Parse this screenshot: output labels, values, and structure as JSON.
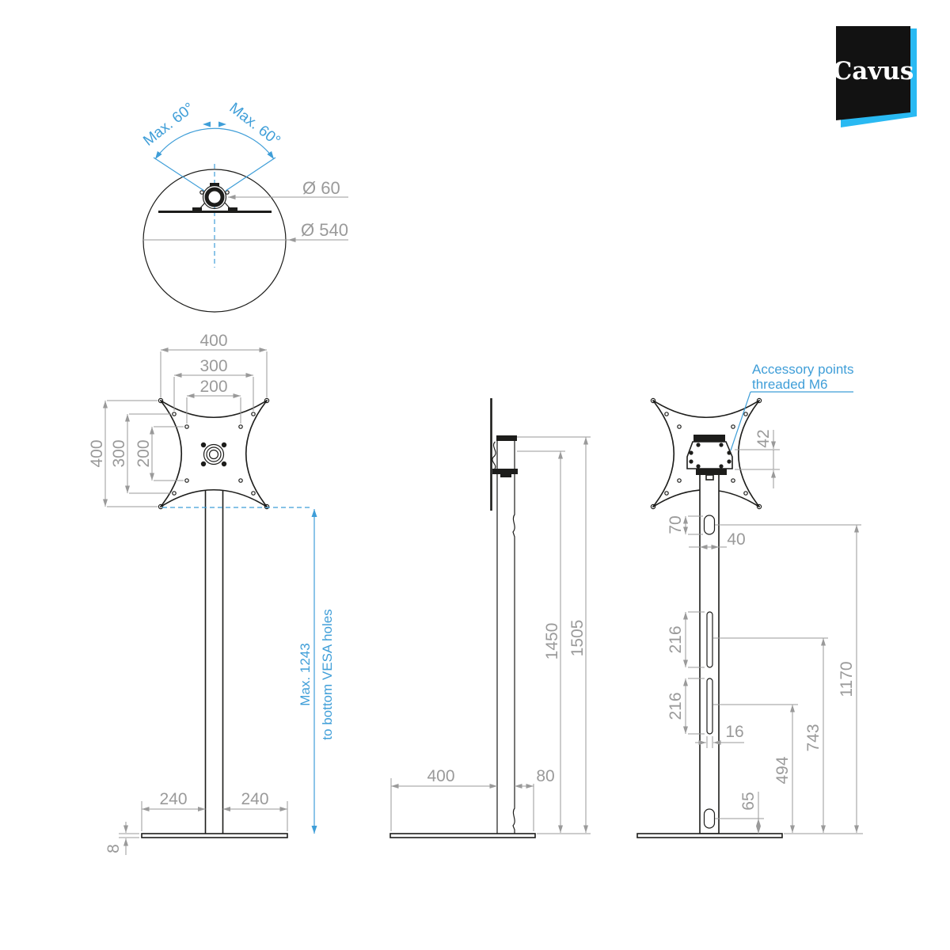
{
  "brand": {
    "name": "Cavus"
  },
  "colors": {
    "line": "#1d1d1b",
    "dim_gray": "#9a9a9a",
    "dim_blue": "#3f9ed8",
    "logo_blue": "#29b9f2"
  },
  "top_view": {
    "angle_left": "Max. 60°",
    "angle_right": "Max. 60°",
    "dia_tube": "Ø 60",
    "dia_base": "Ø 540"
  },
  "front_view": {
    "vesa_width_outer": "400",
    "vesa_width_mid": "300",
    "vesa_width_inner": "200",
    "vesa_height_outer": "400",
    "vesa_height_mid": "300",
    "vesa_height_inner": "200",
    "base_left": "240",
    "base_right": "240",
    "base_thickness": "8",
    "max_height_line1": "Max. 1243",
    "max_height_line2": "to bottom VESA holes"
  },
  "side_view": {
    "height_mount_pivot": "1450",
    "height_top": "1505",
    "base_depth": "400",
    "base_back_offset": "80"
  },
  "rear_view": {
    "note_line1": "Accessory points",
    "note_line2": "threaded M6",
    "bracket_height": "42",
    "top_hole_height": "70",
    "pole_width": "40",
    "slot_upper": "216",
    "slot_lower": "216",
    "slot_width": "16",
    "bottom_hole_height": "65",
    "height_lower_slot": "494",
    "height_upper_slot": "743",
    "height_top_hole": "1170"
  }
}
